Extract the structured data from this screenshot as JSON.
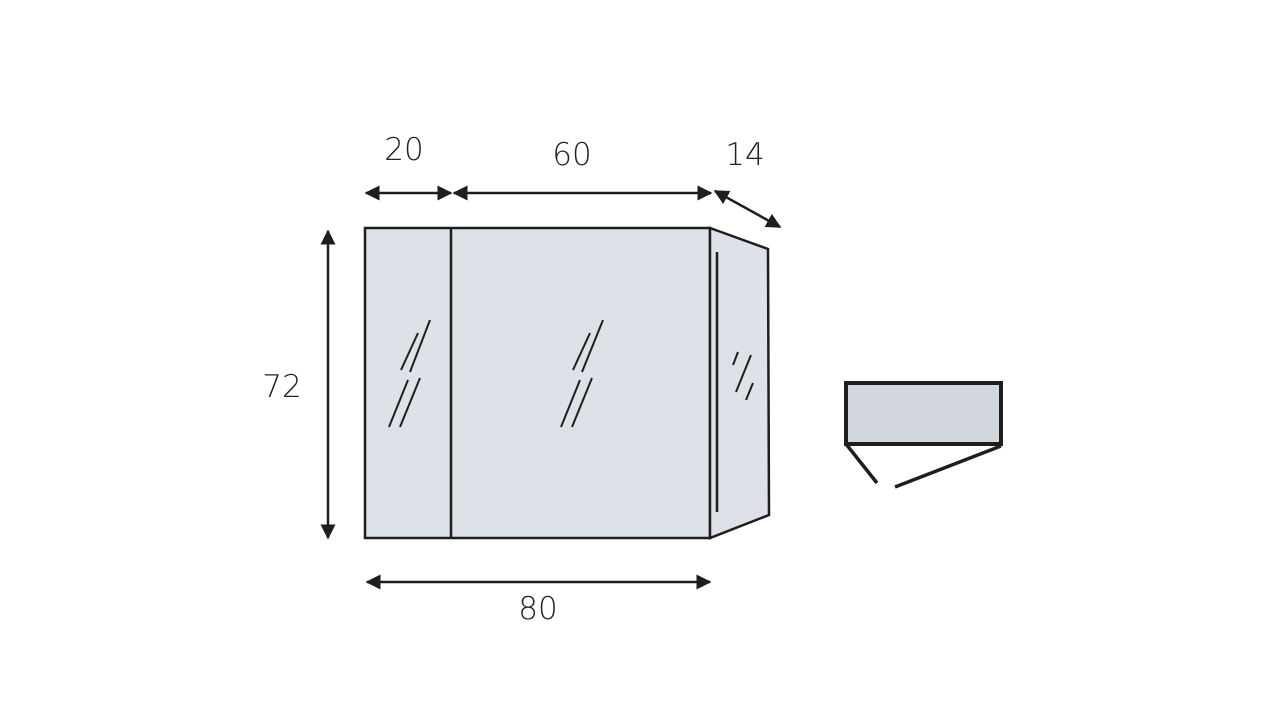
{
  "diagram": {
    "dimensions": {
      "left_door_width": "20",
      "main_door_width": "60",
      "depth": "14",
      "height": "72",
      "total_width": "80"
    },
    "colors": {
      "panel_fill": "#dde1e8",
      "top_view_fill": "#d0d6dc",
      "stroke": "#1e1e1e"
    }
  }
}
